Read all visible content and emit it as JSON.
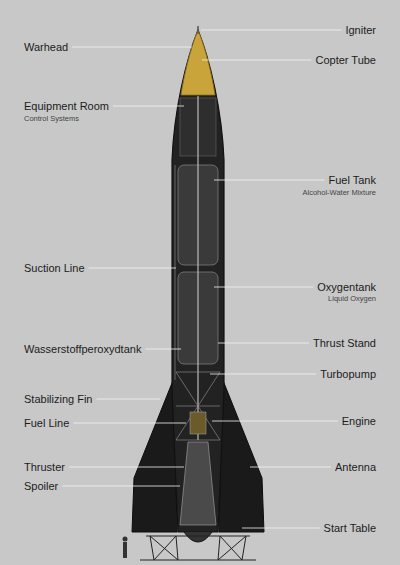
{
  "diagram": {
    "labels": [
      "Warhead",
      "Equipment Room",
      "Control Systems",
      "Suction Line",
      "Wasserstoffperoxydtank",
      "Stabilizing Fin",
      "Fuel Line",
      "Thruster",
      "Spoiler",
      "Igniter",
      "Copter Tube",
      "Fuel Tank",
      "Alcohol-Water Mixture",
      "Oxygentank",
      "Liquid Oxygen",
      "Thrust Stand",
      "Turbopump",
      "Engine",
      "Antenna",
      "Start Table"
    ]
  }
}
